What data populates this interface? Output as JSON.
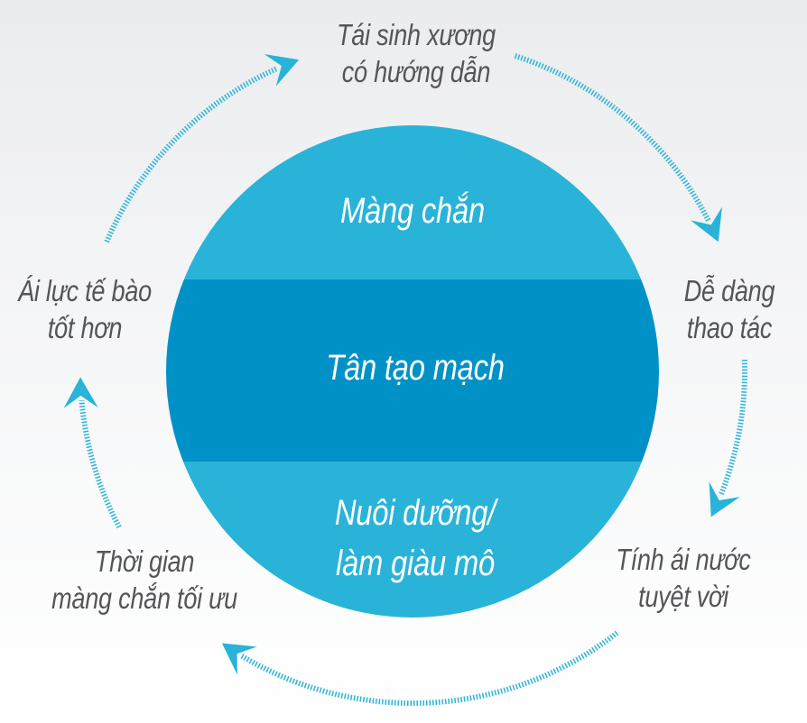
{
  "colors": {
    "band_light": "#29b3d8",
    "band_dark": "#0092c6",
    "arrow": "#29b3d8",
    "text": "#555558"
  },
  "center": {
    "bands": [
      {
        "lines": [
          "Màng chắn"
        ]
      },
      {
        "lines": [
          "Tân tạo mạch"
        ]
      },
      {
        "lines": [
          "Nuôi dưỡng/",
          "làm giàu mô"
        ]
      }
    ]
  },
  "cycle": [
    {
      "lines": [
        "Tái sinh xương",
        "có hướng dẫn"
      ]
    },
    {
      "lines": [
        "Dễ dàng",
        "thao tác"
      ]
    },
    {
      "lines": [
        "Tính ái nước",
        "tuyệt vời"
      ]
    },
    {
      "lines": [
        "Thời gian",
        "màng chắn tối ưu"
      ]
    },
    {
      "lines": [
        "Ái lực tế bào",
        "tốt hơn"
      ]
    }
  ]
}
